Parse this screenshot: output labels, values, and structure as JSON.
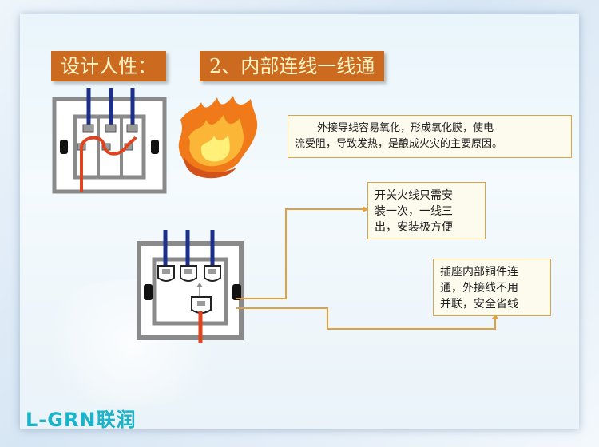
{
  "slide": {
    "section_label": "设计人性：",
    "section_title": "2、内部连线一线通"
  },
  "callouts": {
    "oxidation_note": {
      "line1": "外接导线容易氧化，形成氧化膜，使电",
      "line2": "流受阻，导致发热，是酿成火灾的主要原因。"
    },
    "switch_note": {
      "line1": "开关火线只需安",
      "line2": "装一次，一线三",
      "line3": "出，安装极方便"
    },
    "socket_note": {
      "line1": "插座内部铜件连",
      "line2": "通，外接线不用",
      "line3": "并联，安全省线"
    }
  },
  "brand": {
    "logo_text": "L-GRN联润"
  },
  "colors": {
    "title_bg": "#cc6b1f",
    "title_text": "#fff6c8",
    "callout_border": "#d9a34a",
    "wire_blue": "#1c2f8c",
    "wire_red": "#e0431e",
    "logo": "#1ab3c9"
  },
  "icons": [
    "fire-icon",
    "switch-diagram-old",
    "switch-diagram-new"
  ]
}
